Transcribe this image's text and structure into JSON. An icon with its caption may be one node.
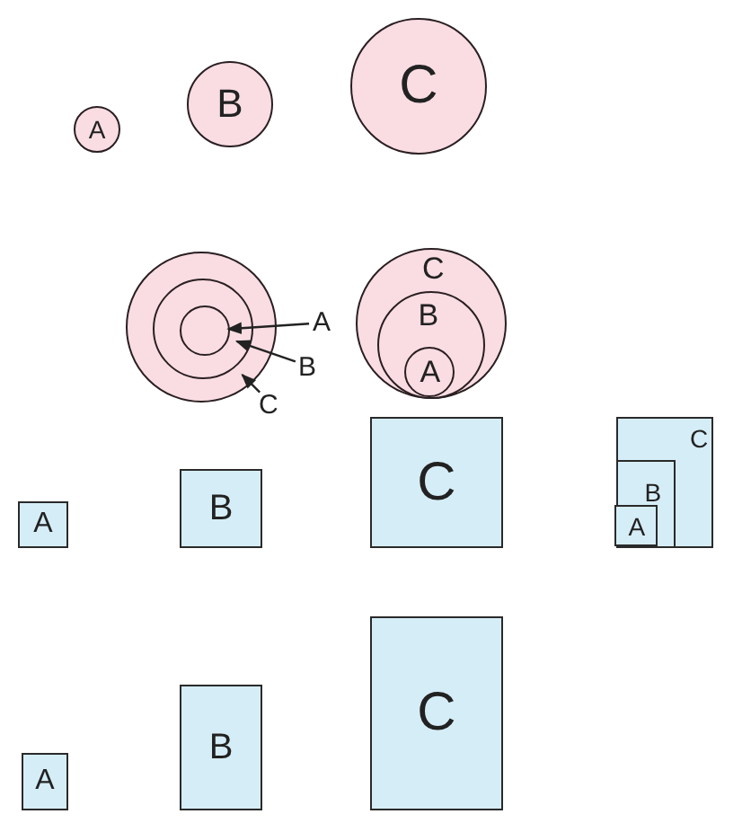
{
  "diagram": {
    "nodes": [
      {
        "text": [
          "A"
        ]
      },
      {
        "text": [
          "B"
        ]
      },
      {
        "text": [
          "C"
        ]
      },
      {
        "text": [],
        "shape": "circle"
      },
      {
        "text": [],
        "shape": "circle",
        "in": 3
      },
      {
        "text": [],
        "shape": "circle",
        "in": 4
      },
      {
        "text": [
          "A"
        ]
      },
      {
        "text": [
          "B"
        ]
      },
      {
        "text": [
          "C"
        ]
      },
      {
        "text": [
          "C"
        ]
      },
      {
        "text": [
          "B"
        ],
        "in": 9
      },
      {
        "text": [
          "A"
        ],
        "in": 10
      },
      {
        "text": [
          "A"
        ]
      },
      {
        "text": [
          "B"
        ]
      },
      {
        "text": [
          "C"
        ]
      },
      {
        "text": [
          "C"
        ]
      },
      {
        "text": [
          "B"
        ],
        "in": 15
      },
      {
        "text": [
          "A"
        ],
        "in": 16
      },
      {
        "text": [
          "A"
        ]
      },
      {
        "text": [
          "B"
        ]
      },
      {
        "text": [
          "C"
        ]
      }
    ],
    "edges": [
      {
        "from": 6,
        "to": 5,
        "arrow": "to"
      },
      {
        "from": 7,
        "to": 4,
        "arrow": "to"
      },
      {
        "from": 8,
        "to": 3,
        "arrow": "to"
      }
    ]
  }
}
